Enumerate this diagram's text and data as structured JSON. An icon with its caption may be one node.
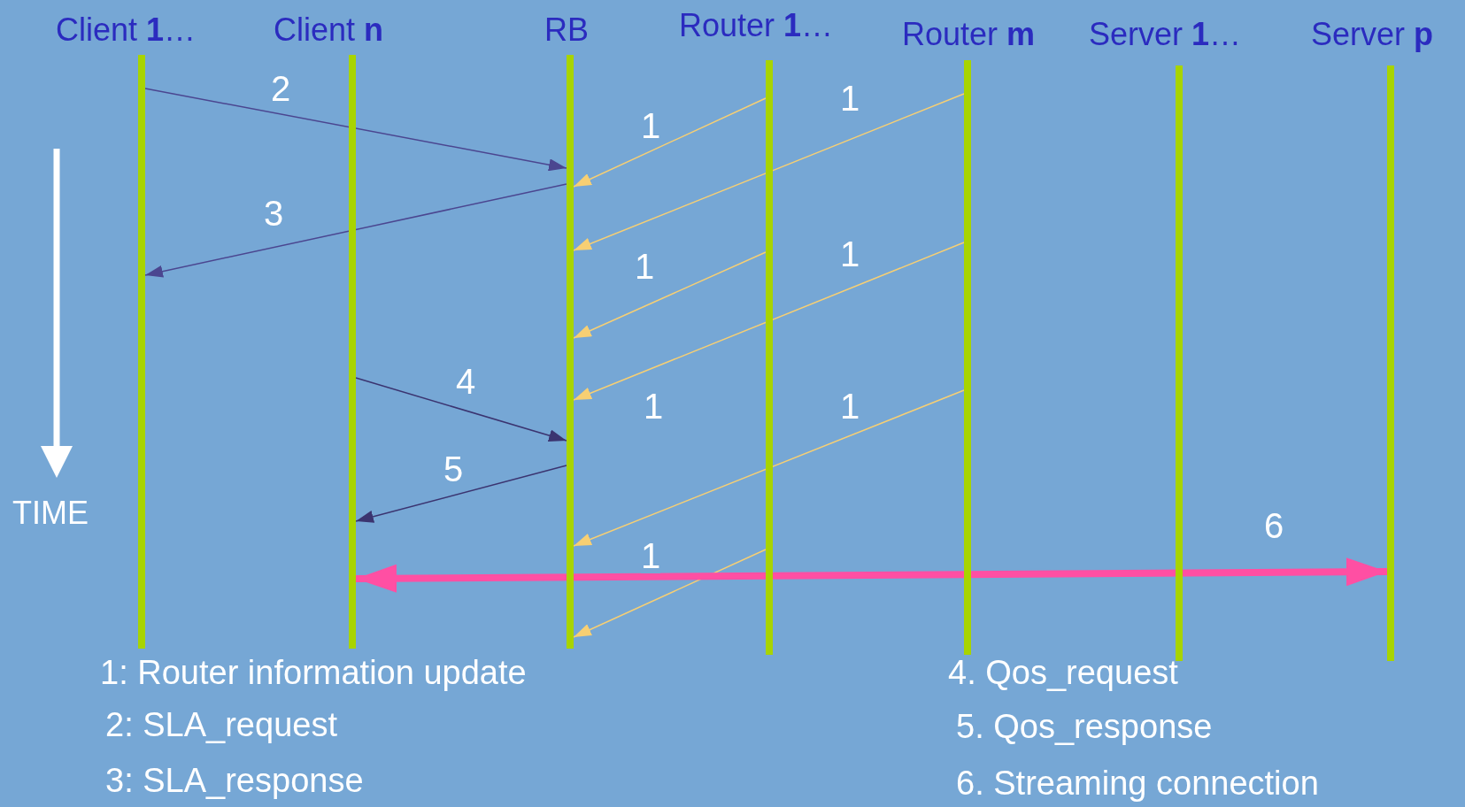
{
  "diagram": {
    "nodes": [
      {
        "text": [],
        "shape": "bar",
        "beside": [
          "Client **1**…"
        ]
      },
      {
        "text": [],
        "shape": "bar",
        "beside": [
          "Client **n**"
        ]
      },
      {
        "text": [],
        "shape": "bar",
        "beside": [
          "RB"
        ]
      },
      {
        "text": [],
        "shape": "bar",
        "beside": [
          "Router **1**…"
        ]
      },
      {
        "text": [],
        "shape": "bar",
        "beside": [
          "Router **m**"
        ]
      },
      {
        "text": [],
        "shape": "bar",
        "beside": [
          "Server **1**…"
        ]
      },
      {
        "text": [],
        "shape": "bar",
        "beside": [
          "Server **p**"
        ]
      }
    ],
    "edges": [
      {
        "from": 0,
        "to": 2,
        "arrow": "to",
        "label": "2",
        "color": "#4b4690"
      },
      {
        "from": 3,
        "to": 2,
        "arrow": "to",
        "label": "1"
      },
      {
        "from": 4,
        "to": 2,
        "arrow": "to",
        "label": "1"
      },
      {
        "from": 2,
        "to": 0,
        "arrow": "to",
        "label": "3",
        "color": "#4b4690"
      },
      {
        "from": 3,
        "to": 2,
        "arrow": "to",
        "label": "1"
      },
      {
        "from": 4,
        "to": 2,
        "arrow": "to",
        "label": "1"
      },
      {
        "from": 1,
        "to": 2,
        "arrow": "to",
        "label": "4",
        "color": "#3b3470"
      },
      {
        "from": 2,
        "to": 1,
        "arrow": "to",
        "label": "5",
        "color": "#3b3470"
      },
      {
        "from": 4,
        "to": 2,
        "arrow": "to",
        "label": "1"
      },
      {
        "from": 3,
        "to": 2,
        "arrow": "to",
        "label": "1"
      },
      {
        "from": 1,
        "to": 6,
        "arrow": "both",
        "label": "6",
        "style": "thick",
        "color": "#ff4fa3"
      }
    ],
    "labels": [
      "1",
      "TIME",
      "1: Router information update",
      "2: SLA_request",
      "3: SLA_response",
      "4. Qos_request",
      "5. Qos_response",
      "6. Streaming connection"
    ]
  }
}
